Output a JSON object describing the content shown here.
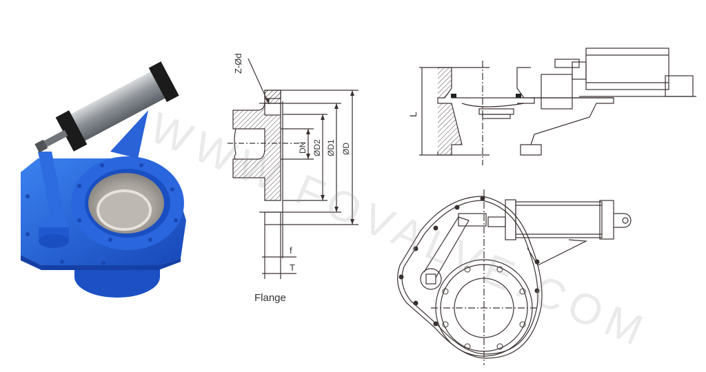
{
  "figure": {
    "photo": {
      "alt": "Blue pneumatic dome valve with actuator cylinder",
      "body_color": "#1f5fd6",
      "actuator_color": "#9aa0a6"
    },
    "flange_drawing": {
      "caption": "Flange",
      "labels": {
        "bolt_holes": "Z-Ød",
        "nominal_diameter": "DN",
        "raised_face_diameter": "ØD2",
        "bolt_circle_diameter": "ØD1",
        "outer_diameter": "ØD",
        "raised_face_height": "f",
        "flange_thickness": "T"
      }
    },
    "side_view": {
      "labels": {
        "length": "L"
      }
    },
    "top_view": {},
    "watermark": "WWW.FOVALVE.COM",
    "colors": {
      "line": "#3a3030",
      "hatch": "#6a6060",
      "background": "#ffffff"
    }
  }
}
